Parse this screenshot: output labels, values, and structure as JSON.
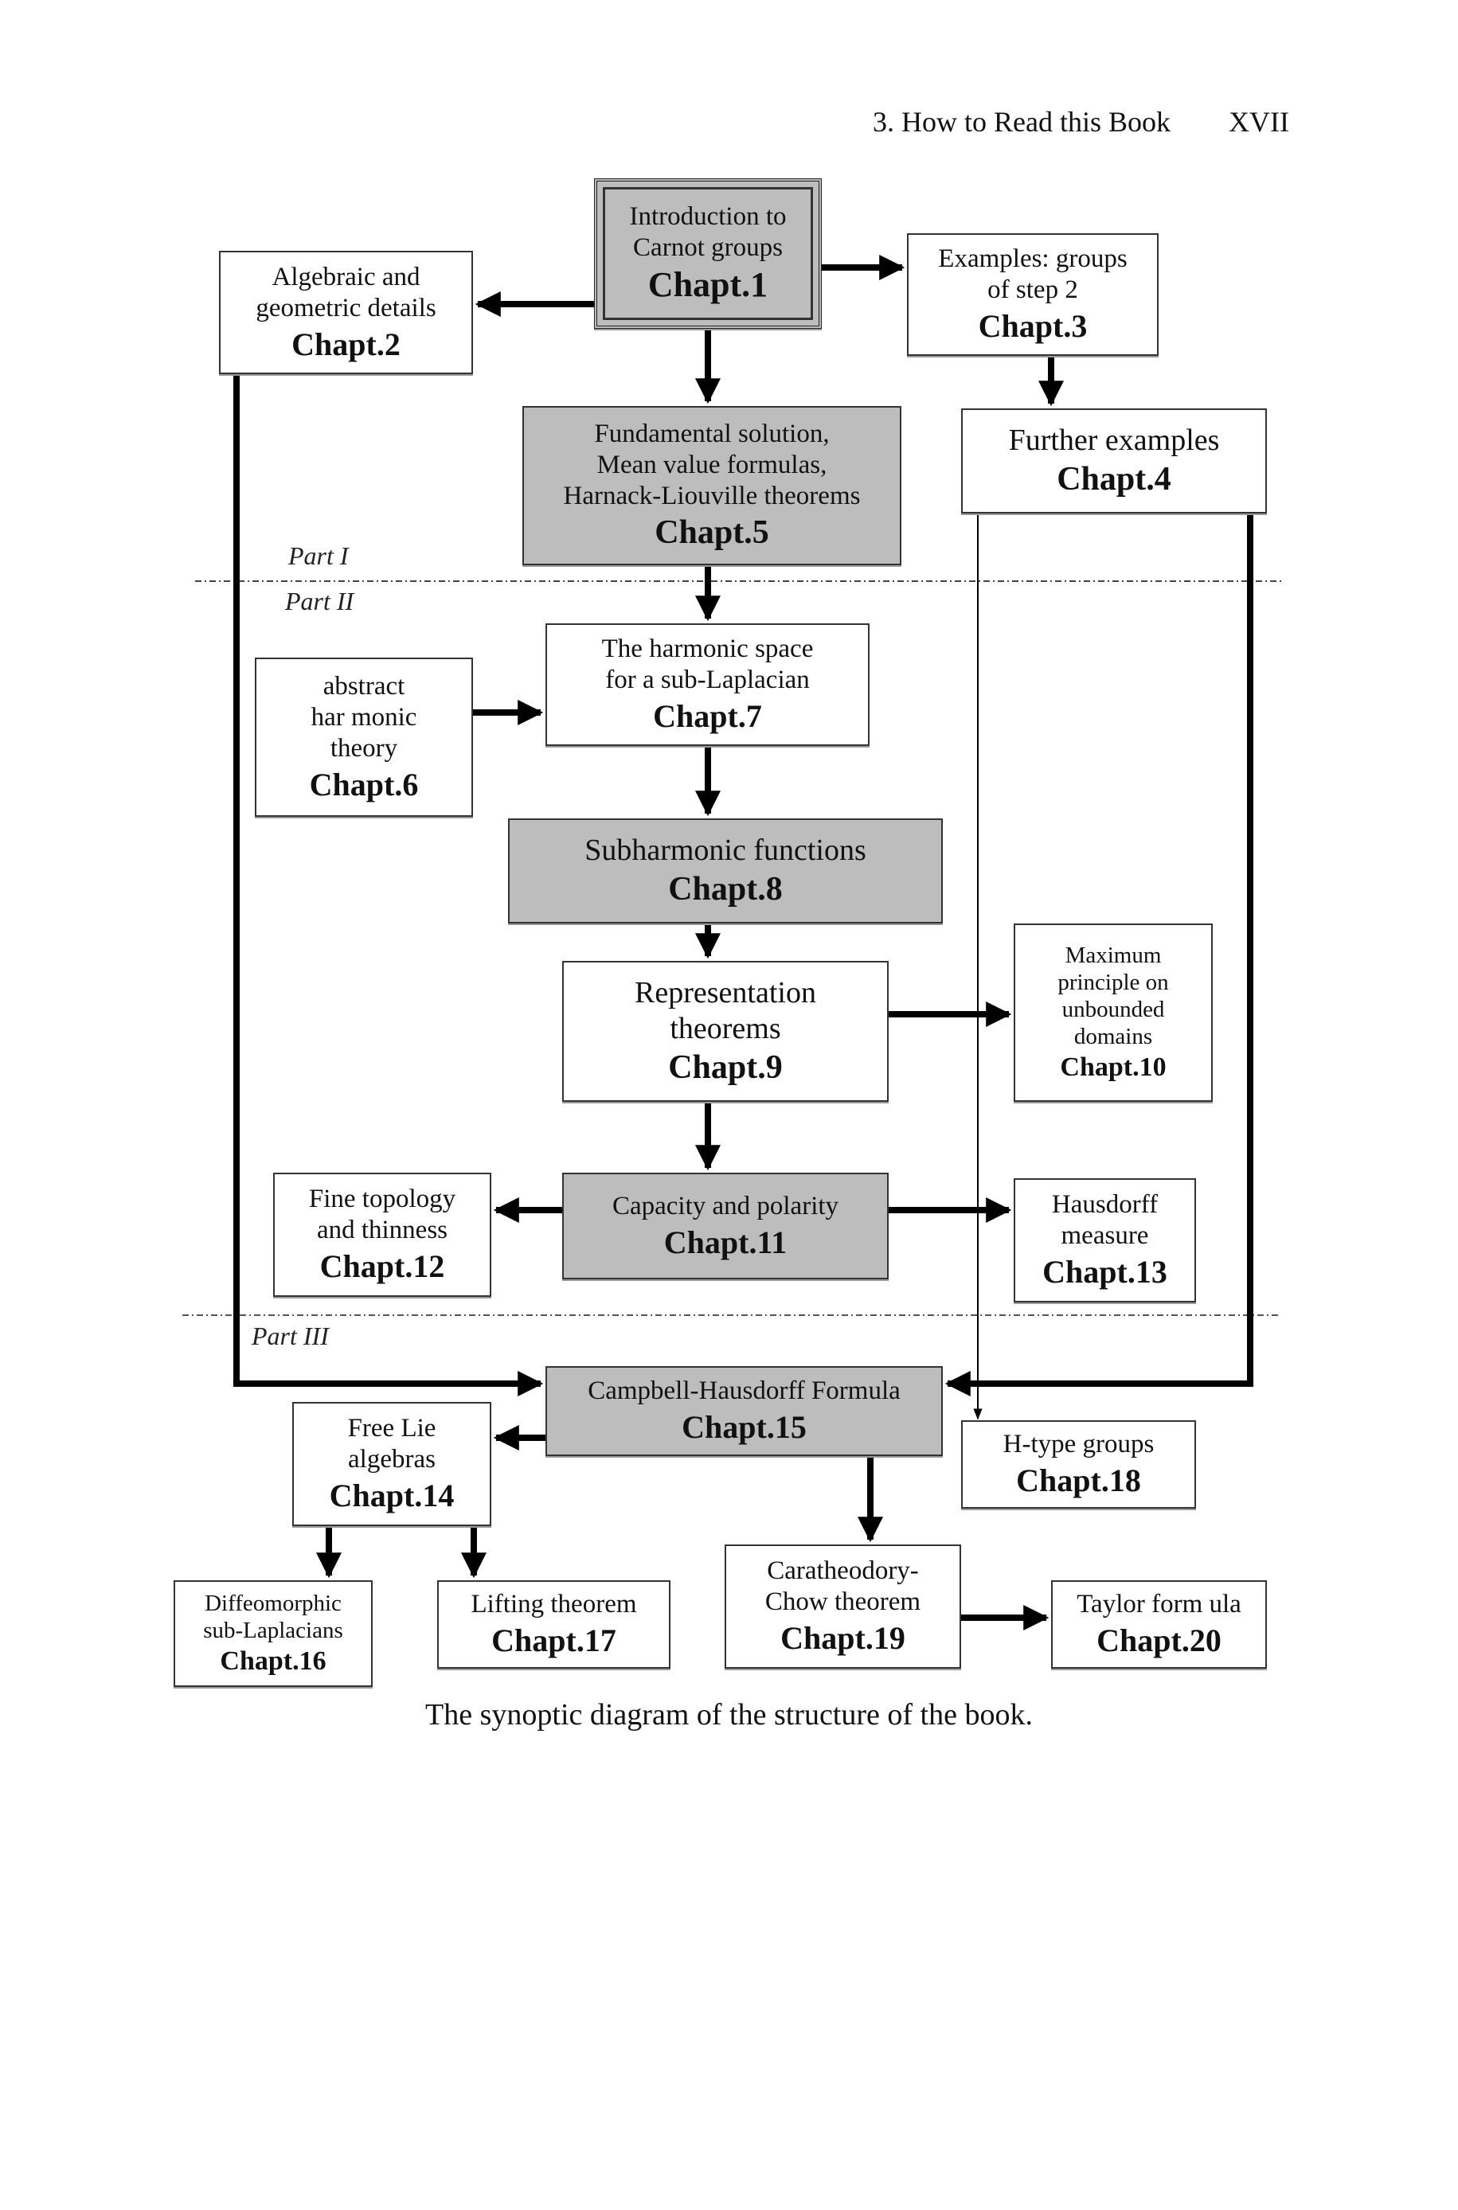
{
  "header": {
    "section": "3. How to Read this Book",
    "page": "XVII"
  },
  "parts": {
    "part1": "Part I",
    "part2": "Part II",
    "part3": "Part III"
  },
  "boxes": {
    "ch1": {
      "text": [
        "Introduction to",
        "Carnot groups"
      ],
      "chapter": "Chapt.1"
    },
    "ch2": {
      "text": [
        "Algebraic and",
        "geometric details"
      ],
      "chapter": "Chapt.2"
    },
    "ch3": {
      "text": [
        "Examples: groups",
        "of step 2"
      ],
      "chapter": "Chapt.3"
    },
    "ch4": {
      "text": [
        "Further examples"
      ],
      "chapter": "Chapt.4"
    },
    "ch5": {
      "text": [
        "Fundamental solution,",
        "Mean value formulas,",
        "Harnack-Liouville theorems"
      ],
      "chapter": "Chapt.5"
    },
    "ch6": {
      "text": [
        "abstract",
        "har monic",
        "theory"
      ],
      "chapter": "Chapt.6"
    },
    "ch7": {
      "text": [
        "The harmonic space",
        "for a sub-Laplacian"
      ],
      "chapter": "Chapt.7"
    },
    "ch8": {
      "text": [
        "Subharmonic functions"
      ],
      "chapter": "Chapt.8"
    },
    "ch9": {
      "text": [
        "Representation",
        "theorems"
      ],
      "chapter": "Chapt.9"
    },
    "ch10": {
      "text": [
        "Maximum",
        "principle on",
        "unbounded",
        "domains"
      ],
      "chapter": "Chapt.10"
    },
    "ch11": {
      "text": [
        "Capacity and polarity"
      ],
      "chapter": "Chapt.11"
    },
    "ch12": {
      "text": [
        "Fine topology",
        "and thinness"
      ],
      "chapter": "Chapt.12"
    },
    "ch13": {
      "text": [
        "Hausdorff",
        "measure"
      ],
      "chapter": "Chapt.13"
    },
    "ch14": {
      "text": [
        "Free Lie",
        "algebras"
      ],
      "chapter": "Chapt.14"
    },
    "ch15": {
      "text": [
        "Campbell-Hausdorff Formula"
      ],
      "chapter": "Chapt.15"
    },
    "ch16": {
      "text": [
        "Diffeomorphic",
        "sub-Laplacians"
      ],
      "chapter": "Chapt.16"
    },
    "ch17": {
      "text": [
        "Lifting theorem"
      ],
      "chapter": "Chapt.17"
    },
    "ch18": {
      "text": [
        "H-type groups"
      ],
      "chapter": "Chapt.18"
    },
    "ch19": {
      "text": [
        "Caratheodory-",
        "Chow theorem"
      ],
      "chapter": "Chapt.19"
    },
    "ch20": {
      "text": [
        "Taylor form ula"
      ],
      "chapter": "Chapt.20"
    }
  },
  "edges": [
    [
      "ch1",
      "ch2"
    ],
    [
      "ch1",
      "ch3"
    ],
    [
      "ch1",
      "ch5"
    ],
    [
      "ch3",
      "ch4"
    ],
    [
      "ch5",
      "ch7"
    ],
    [
      "ch6",
      "ch7"
    ],
    [
      "ch7",
      "ch8"
    ],
    [
      "ch8",
      "ch9"
    ],
    [
      "ch9",
      "ch10"
    ],
    [
      "ch9",
      "ch11"
    ],
    [
      "ch11",
      "ch12"
    ],
    [
      "ch11",
      "ch13"
    ],
    [
      "ch2",
      "ch15"
    ],
    [
      "ch4",
      "ch15"
    ],
    [
      "ch4",
      "ch18"
    ],
    [
      "ch15",
      "ch14"
    ],
    [
      "ch15",
      "ch19"
    ],
    [
      "ch14",
      "ch16"
    ],
    [
      "ch14",
      "ch17"
    ],
    [
      "ch19",
      "ch20"
    ]
  ],
  "caption": "The synoptic diagram of the structure of the book.",
  "colors": {
    "highlight_box": "#bdbdbd",
    "line": "#000000"
  }
}
